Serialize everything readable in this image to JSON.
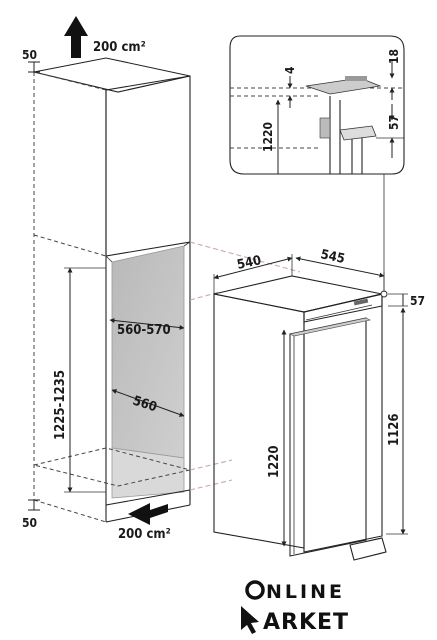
{
  "cabinet": {
    "vent_top": "200 cm²",
    "vent_bottom": "200 cm²",
    "gap_top": "50",
    "gap_bottom": "50",
    "niche_height": "1225-1235",
    "niche_width": "560-570",
    "niche_depth": "560"
  },
  "appliance": {
    "width": "540",
    "depth": "545",
    "top_gap": "57",
    "height_total": "1220",
    "height_door": "1126"
  },
  "detail": {
    "d18": "18",
    "d4": "4",
    "d57": "57",
    "d1220": "1220"
  },
  "logo": {
    "line1": "NLINE",
    "line2": "ARKET"
  }
}
